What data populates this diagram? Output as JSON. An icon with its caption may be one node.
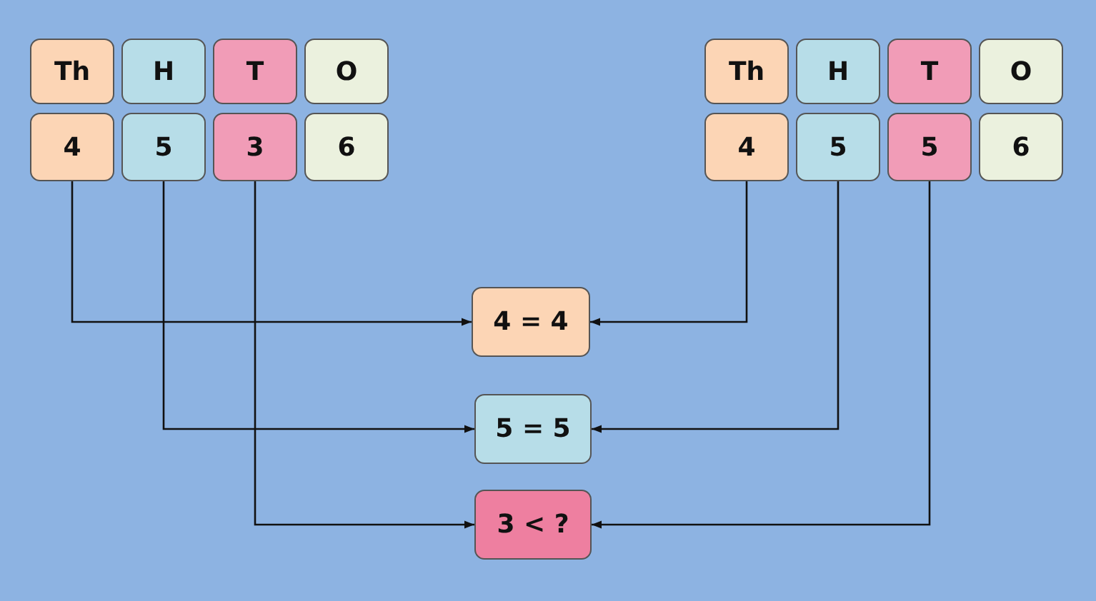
{
  "diagram": {
    "nodes": [
      {
        "text": [
          "Th"
        ]
      },
      {
        "text": [
          "H"
        ]
      },
      {
        "text": [
          "T"
        ]
      },
      {
        "text": [
          "O"
        ]
      },
      {
        "text": [
          "4"
        ]
      },
      {
        "text": [
          "5"
        ]
      },
      {
        "text": [
          "3"
        ]
      },
      {
        "text": [
          "6"
        ]
      },
      {
        "text": [
          "Th"
        ]
      },
      {
        "text": [
          "H"
        ]
      },
      {
        "text": [
          "T"
        ]
      },
      {
        "text": [
          "O"
        ]
      },
      {
        "text": [
          "4"
        ]
      },
      {
        "text": [
          "5"
        ]
      },
      {
        "text": [
          "5"
        ]
      },
      {
        "text": [
          "6"
        ]
      },
      {
        "text": [
          "4 = 4"
        ]
      },
      {
        "text": [
          "5 = 5"
        ]
      },
      {
        "text": [
          "3 < ?"
        ]
      }
    ],
    "edges": [
      {
        "from": 4,
        "to": 16,
        "arrow": "to"
      },
      {
        "from": 5,
        "to": 17,
        "arrow": "to"
      },
      {
        "from": 6,
        "to": 18,
        "arrow": "to"
      },
      {
        "from": 12,
        "to": 16,
        "arrow": "to"
      },
      {
        "from": 13,
        "to": 17,
        "arrow": "to"
      },
      {
        "from": 14,
        "to": 18,
        "arrow": "to"
      }
    ]
  }
}
